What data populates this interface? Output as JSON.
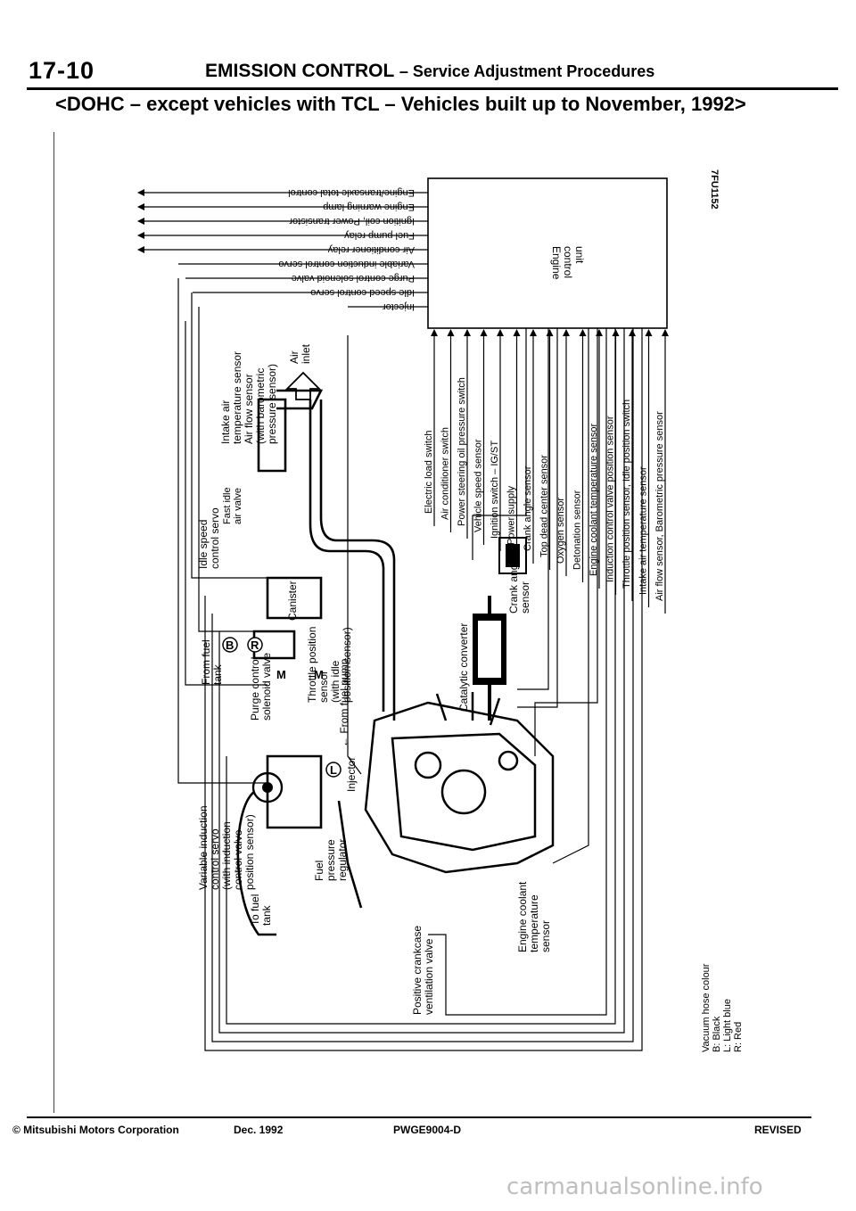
{
  "header": {
    "page_number": "17-10",
    "section": "EMISSION CONTROL",
    "section_sub": "– Service Adjustment Procedures",
    "subtitle": "<DOHC – except vehicles with TCL – Vehicles built up to November, 1992>"
  },
  "diagram": {
    "figure_id": "7FU1152",
    "ecu_label": [
      "Engine",
      "control",
      "unit"
    ],
    "outputs": [
      "Engine/transaxle total control",
      "Engine warning lamp",
      "Ignition coil, Power transistor",
      "Fuel pump relay",
      "Air conditioner relay",
      "Variable induction control servo",
      "Purge control solenoid valve",
      "Idle speed control servo",
      "Injector"
    ],
    "inputs": [
      "Electric load switch",
      "Air conditioner switch",
      "Power steering oil pressure switch",
      "Vehicle speed sensor",
      "Ignition switch – IG/ST",
      "Power supply",
      "Crank angle sensor",
      "Top dead center sensor",
      "Oxygen sensor",
      "Detonation sensor",
      "Engine coolant temperature sensor",
      "Induction control valve position sensor",
      "Throttle position sensor, Idle position switch",
      "Intake air temperature sensor",
      "Air flow sensor, Barometric pressure sensor"
    ],
    "components": {
      "intake_sensor": [
        "Intake air",
        "temperature sensor",
        "Air flow sensor",
        "(with barometric",
        "pressure sensor)"
      ],
      "air_inlet": [
        "Air",
        "inlet"
      ],
      "idle_servo": [
        "Idle speed",
        "control servo"
      ],
      "fast_idle": [
        "Fast idle",
        "air valve"
      ],
      "canister": "Canister",
      "from_fuel_tank": [
        "From fuel",
        "tank"
      ],
      "purge_valve": [
        "Purge control",
        "solenoid valve"
      ],
      "throttle_sensor": [
        "Throttle position",
        "sensor",
        "(with idle",
        "position sensor)"
      ],
      "from_fuel_pump": "← From fuel pump",
      "injector": "Injector",
      "variable_induction": [
        "Variable induction",
        "control servo",
        "(with induction",
        "control valve",
        "position sensor)"
      ],
      "fuel_regulator": [
        "Fuel",
        "pressure",
        "regulator"
      ],
      "to_fuel_tank": [
        "To fuel",
        "tank"
      ],
      "pcv_valve": [
        "Positive crankcase",
        "ventilation valve"
      ],
      "coolant_sensor": [
        "Engine coolant",
        "temperature",
        "sensor"
      ],
      "crank_sensor": [
        "Crank angle",
        "sensor"
      ],
      "catalytic": "Catalytic converter",
      "hose_B": "B",
      "hose_R": "R",
      "hose_L": "L",
      "hose_M": "M"
    },
    "legend": [
      "Vacuum hose colour",
      "B: Black",
      "L: Light blue",
      "R: Red"
    ]
  },
  "footer": {
    "copyright": "© Mitsubishi Motors Corporation",
    "date": "Dec. 1992",
    "code": "PWGE9004-D",
    "revised": "REVISED"
  },
  "watermark": "carmanualsonline.info"
}
